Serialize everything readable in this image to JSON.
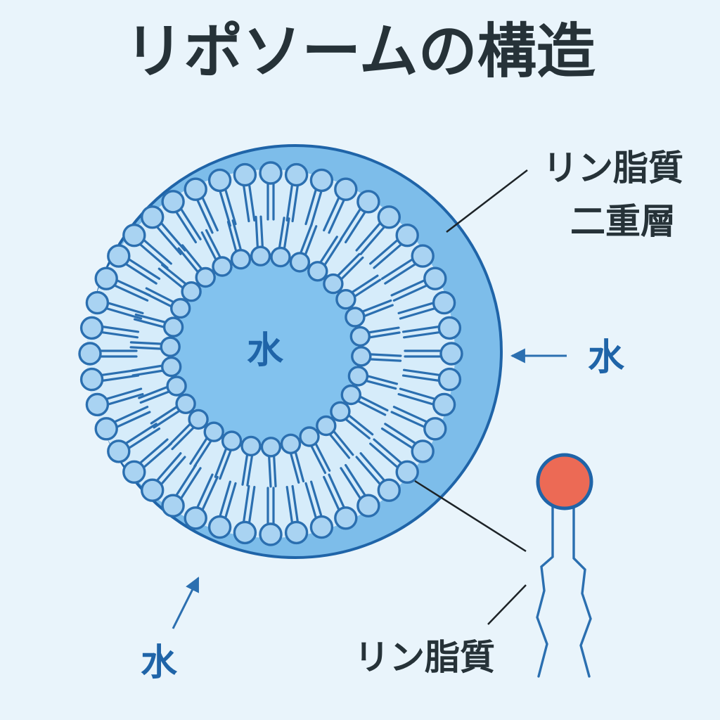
{
  "title": "リポソームの構造",
  "labels": {
    "bilayer_line1": "リン脂質",
    "bilayer_line2": "二重層",
    "water_inner": "水",
    "water_right": "水",
    "water_bottom_left": "水",
    "phospholipid": "リン脂質"
  },
  "colors": {
    "sphere_fill": "#7dbdea",
    "sphere_edge": "#1f64a8",
    "bilayer_band": "#d6ecfa",
    "inner_core": "#82c2ee",
    "head_fill": "#a9d3f2",
    "head_stroke": "#2b6fb0",
    "lipid_head": "#ec6a55",
    "lipid_tail": "#1f64a8",
    "text_dark": "#263238",
    "text_blue": "#1f64a8"
  }
}
